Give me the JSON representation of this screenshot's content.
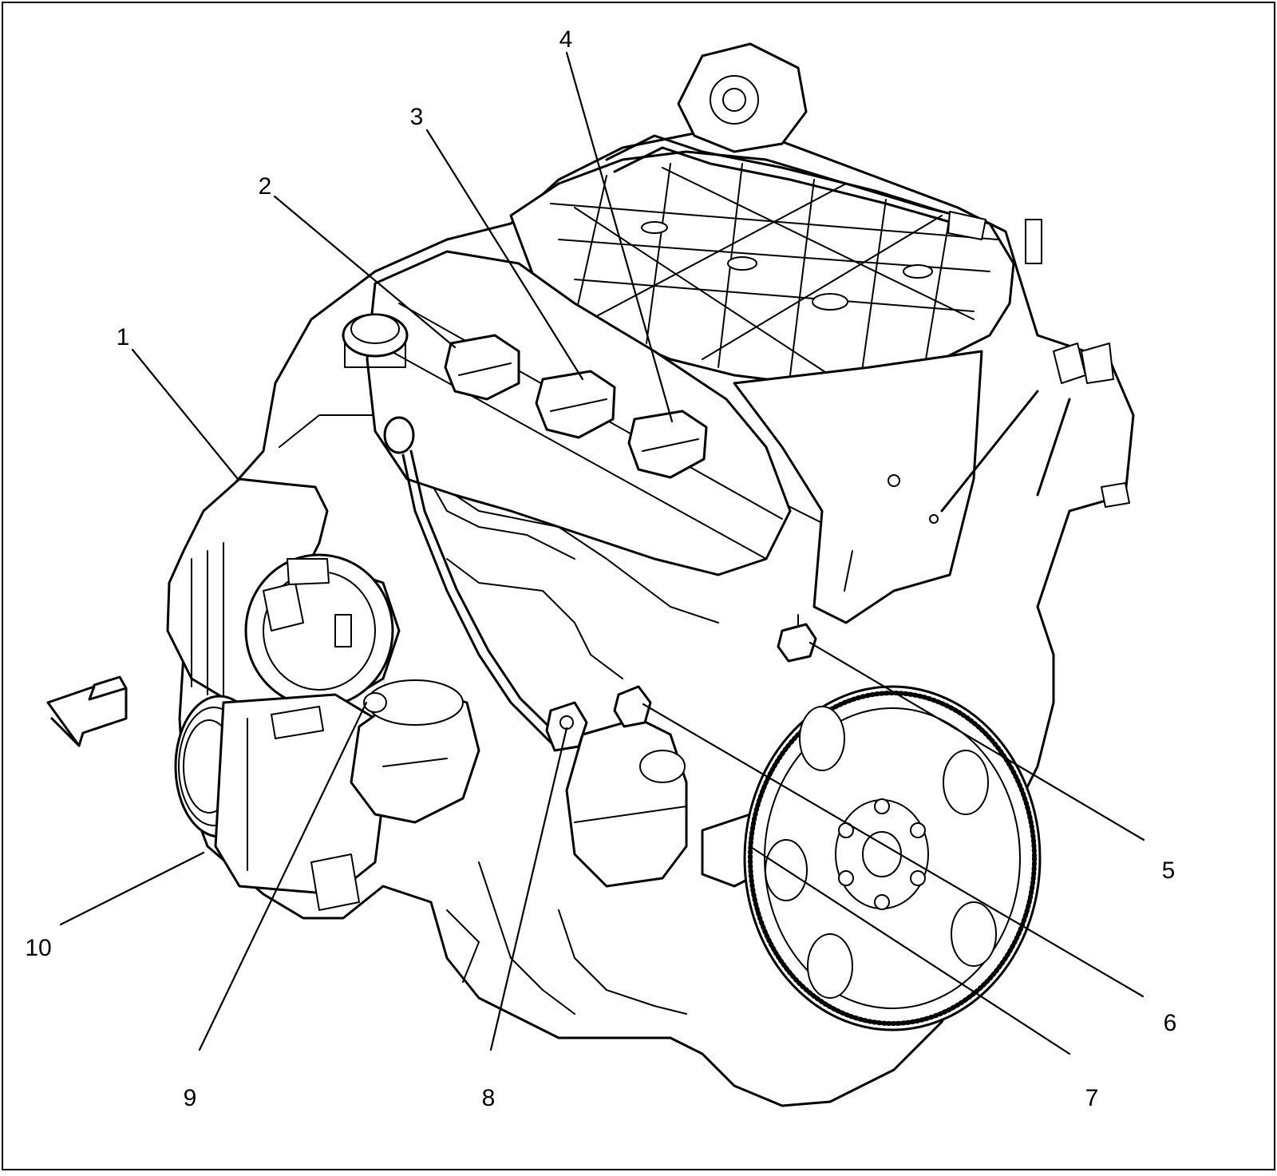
{
  "callouts": [
    {
      "number": "1"
    },
    {
      "number": "2"
    },
    {
      "number": "3"
    },
    {
      "number": "4"
    },
    {
      "number": "5"
    },
    {
      "number": "6"
    },
    {
      "number": "7"
    },
    {
      "number": "8"
    },
    {
      "number": "9"
    },
    {
      "number": "10"
    }
  ]
}
